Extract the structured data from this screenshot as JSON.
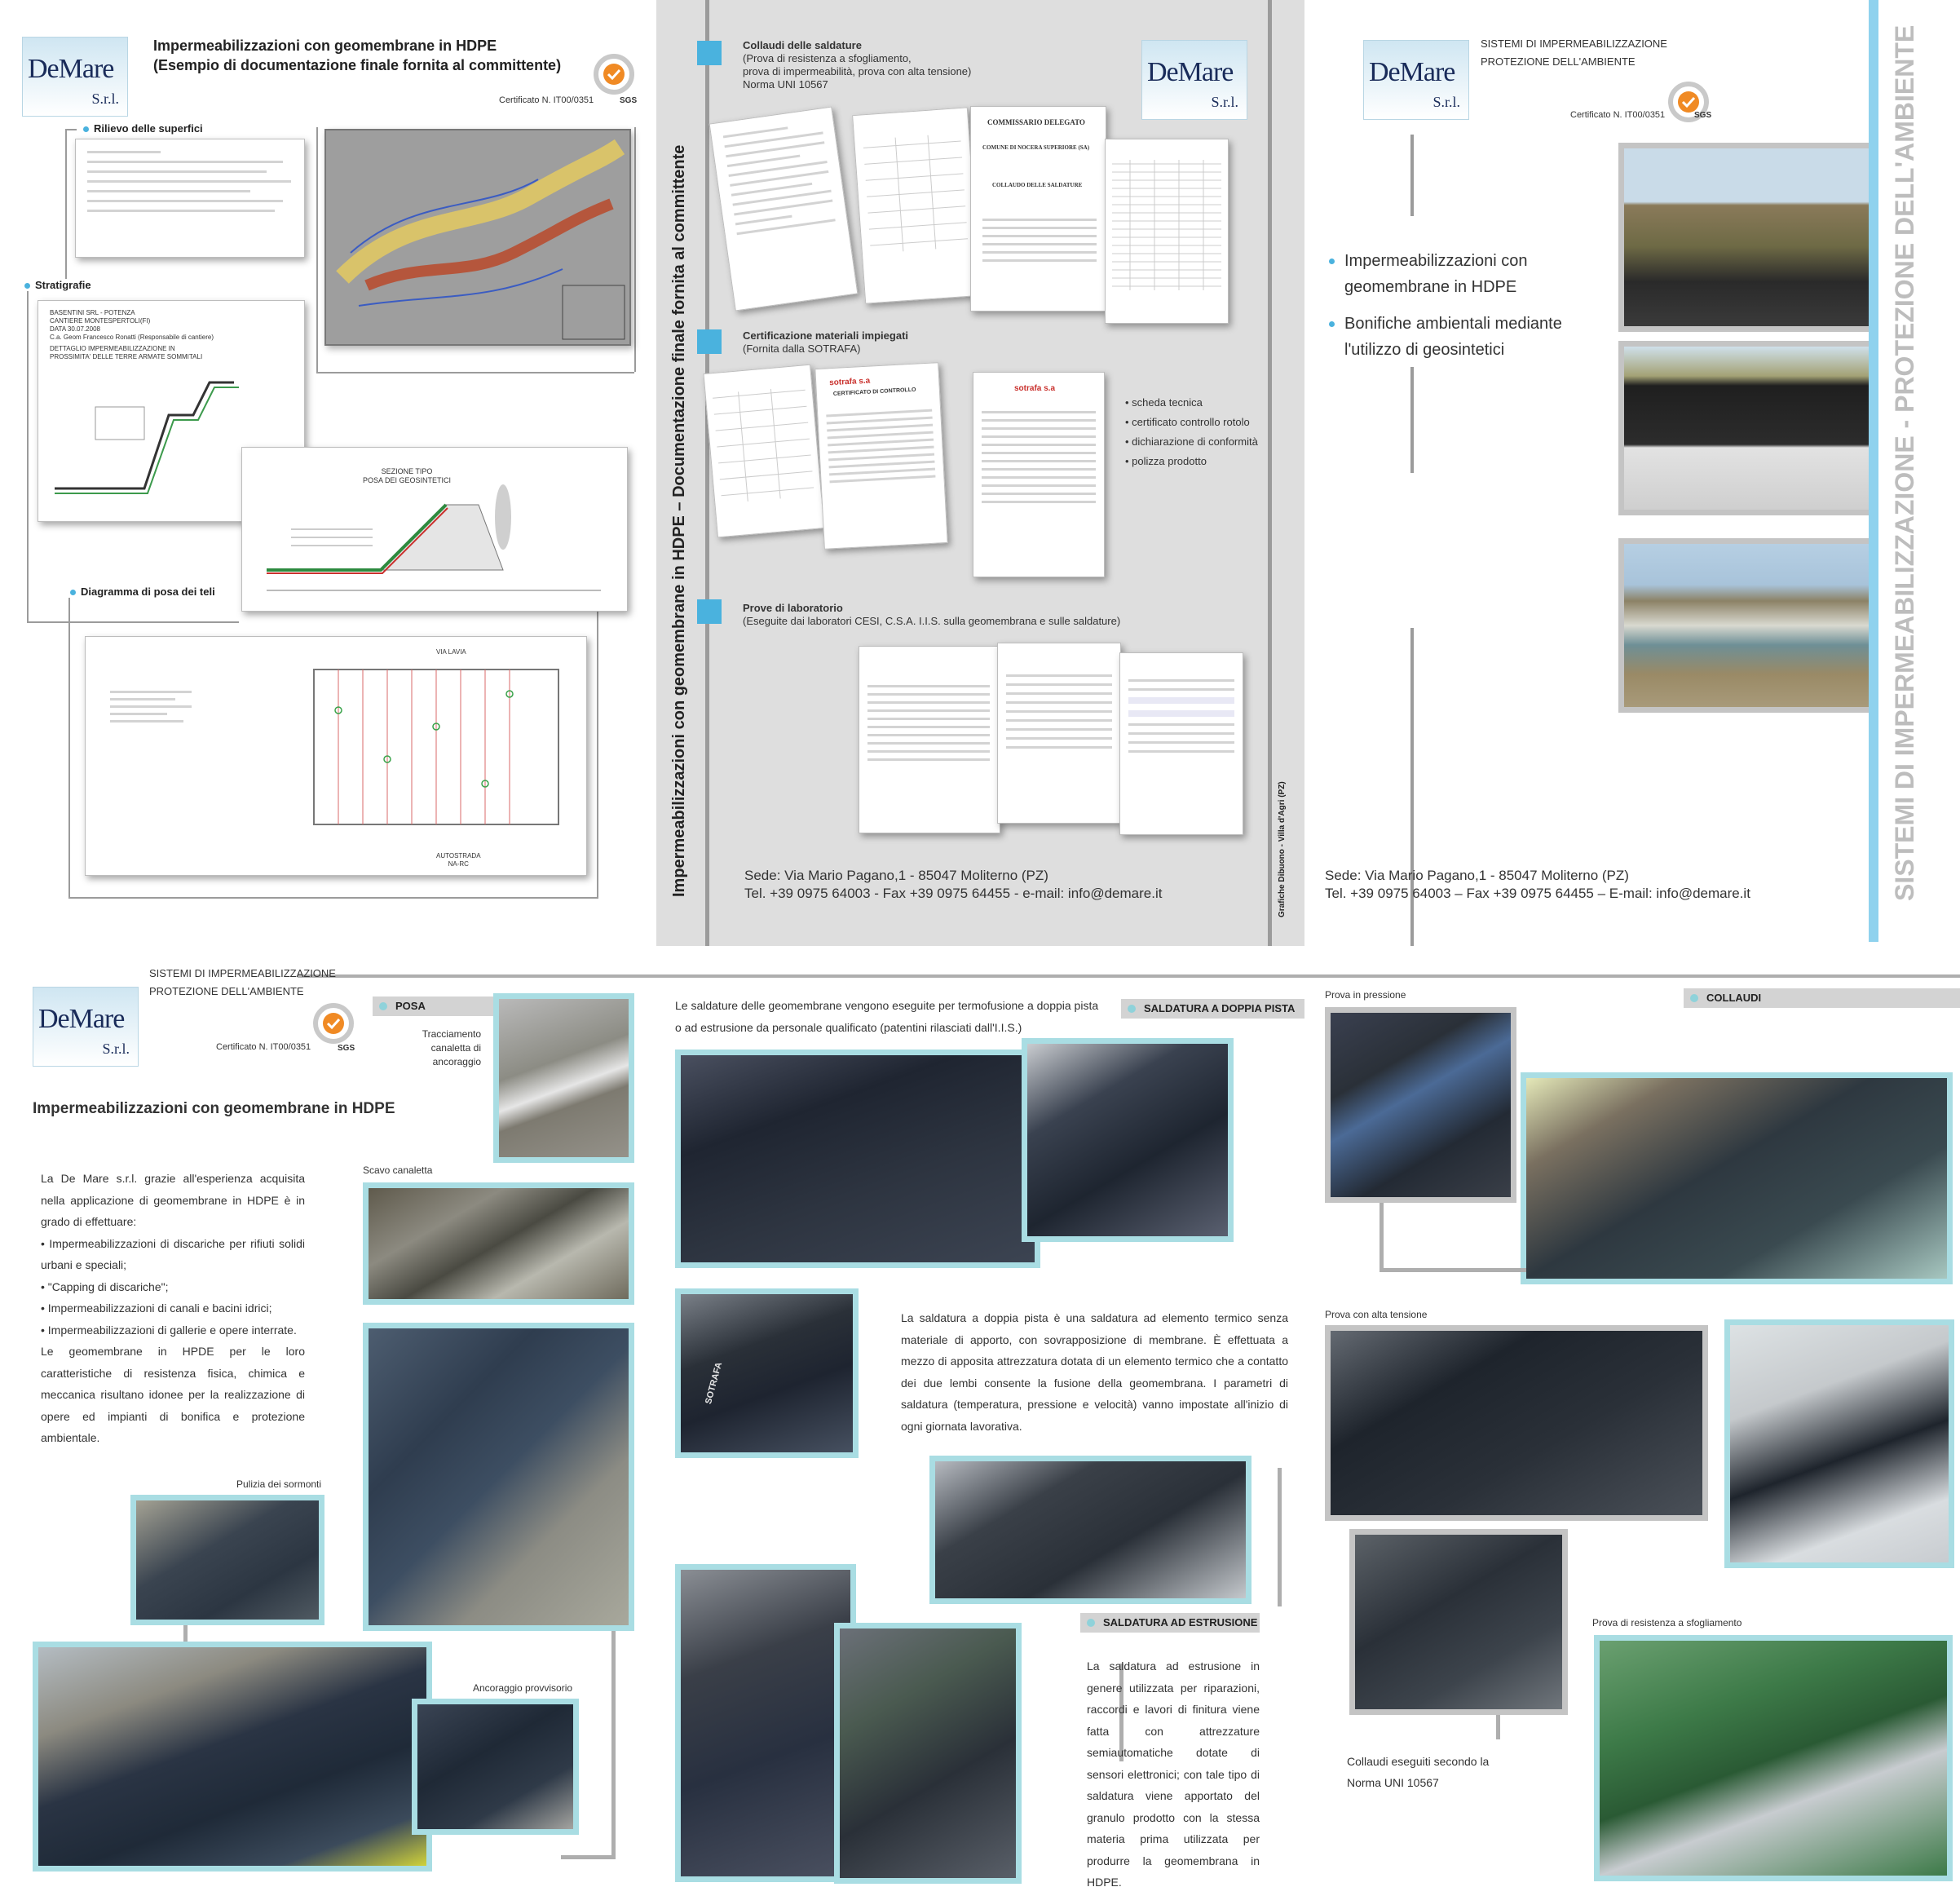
{
  "brand": {
    "name_line1": "DeMare",
    "name_line2": "S.r.l.",
    "sgs_label": "SGS",
    "certificate": "Certificato N. IT00/0351"
  },
  "header_systems": {
    "line1": "SISTEMI DI IMPERMEABILIZZAZIONE",
    "line2": "PROTEZIONE DELL'AMBIENTE"
  },
  "panel1": {
    "title_line1": "Impermeabilizzazioni con geomembrane in HDPE",
    "title_line2": "(Esempio di documentazione finale fornita al committente)",
    "sections": {
      "rilievo": "Rilievo delle superfici",
      "stratigrafie": "Stratigrafie",
      "diagramma": "Diagramma di posa dei teli"
    },
    "drawing_labels": {
      "strat_l1": "BASENTINI SRL - POTENZA",
      "strat_l2": "CANTIERE MONTESPERTOLI(FI)",
      "strat_l3": "DATA 30.07.2008",
      "strat_l4": "C.a. Geom Francesco Ronatti (Responsabile di cantiere)",
      "strat_l5": "DETTAGLIO IMPERMEABILIZZAZIONE IN",
      "strat_l6": "PROSSIMITA' DELLE TERRE ARMATE SOMMITALI",
      "sezione_l1": "SEZIONE TIPO",
      "sezione_l2": "POSA DEI GEOSINTETICI",
      "via": "VIA LAVIA",
      "autostrada_l1": "AUTOSTRADA",
      "autostrada_l2": "NA-RC"
    }
  },
  "panel2": {
    "vertical_title": "Impermeabilizzazioni con geomembrane in HDPE – Documentazione finale fornita al committente",
    "collaudi_title": "Collaudi delle saldature",
    "collaudi_l1": "(Prova di resistenza a sfogliamento,",
    "collaudi_l2": "prova di impermeabilità, prova con alta tensione)",
    "collaudi_l3": "Norma UNI 10567",
    "cert_title": "Certificazione materiali impiegati",
    "cert_sub": "(Fornita dalla SOTRAFA)",
    "cert_list": [
      "scheda tecnica",
      "certificato controllo rotolo",
      "dichiarazione di conformità",
      "polizza prodotto"
    ],
    "prove_title": "Prove di laboratorio",
    "prove_sub": "(Eseguite dai laboratori CESI, C.S.A. I.I.S. sulla geomembrana e sulle saldature)",
    "doc_labels": {
      "commissario": "COMMISSARIO DELEGATO",
      "nocera": "COMUNE DI NOCERA SUPERIORE (SA)",
      "collaudo": "COLLAUDO DELLE SALDATURE",
      "certificato_controllo": "CERTIFICATO DI CONTROLLO",
      "sotrafa": "sotrafa s.a"
    },
    "credit": "Grafiche Dibuono - Villa d'Agri (PZ)"
  },
  "footer": {
    "sede": "Sede: Via Mario Pagano,1 - 85047 Moliterno (PZ)",
    "tel_p2": "Tel. +39 0975 64003 - Fax +39 0975 64455 - e-mail: info@demare.it",
    "tel_p3": "Tel. +39 0975 64003 – Fax +39 0975 64455 – E-mail: info@demare.it"
  },
  "panel3": {
    "bullet1_l1": "Impermeabilizzazioni con",
    "bullet1_l2": "geomembrane in HDPE",
    "bullet2_l1": "Bonifiche ambientali mediante",
    "bullet2_l2": "l'utilizzo di geosintetici",
    "vertical_title": "SISTEMI DI IMPERMEABILIZZAZIONE - PROTEZIONE DELL'AMBIENTE"
  },
  "panel4": {
    "posa": "POSA",
    "title": "Impermeabilizzazioni con geomembrane in HDPE",
    "intro": "La De Mare s.r.l. grazie all'esperienza acquisita nella applicazione di geomembrane in HDPE è in grado di effettuare:",
    "items": [
      "Impermeabilizzazioni di discariche per rifiuti solidi urbani e speciali;",
      "\"Capping di discariche\";",
      "Impermeabilizzazioni di canali e bacini idrici;",
      "Impermeabilizzazioni di gallerie e opere interrate."
    ],
    "outro": "Le geomembrane in HPDE per le loro caratteristiche di resistenza fisica, chimica e meccanica risultano idonee per la realizzazione di opere ed impianti di bonifica e protezione ambientale.",
    "cap_tracciamento_l1": "Tracciamento",
    "cap_tracciamento_l2": "canaletta di",
    "cap_tracciamento_l3": "ancoraggio",
    "cap_scavo": "Scavo canaletta",
    "cap_pulizia": "Pulizia dei sormonti",
    "cap_ancoraggio": "Ancoraggio provvisorio"
  },
  "panel5": {
    "intro_l1": "Le saldature delle geomembrane vengono eseguite per termofusione a doppia pista",
    "intro_l2": "o ad estrusione da personale qualificato (patentini rilasciati dall'I.I.S.)",
    "sect_doppia": "SALDATURA A DOPPIA PISTA",
    "doppia_text": "La saldatura a doppia pista è una saldatura ad elemento termico senza materiale di apporto, con sovrapposizione di membrane. È effettuata a mezzo di apposita attrezzatura dotata di un elemento termico che a contatto dei due lembi consente la fusione della geomembrana. I parametri di saldatura (temperatura, pressione e velocità) vanno impostate all'inizio di ogni giornata lavorativa.",
    "sect_estrusione": "SALDATURA AD ESTRUSIONE",
    "estrusione_text": "La saldatura ad estrusione in genere utilizzata per riparazioni, raccordi e lavori di finitura viene fatta con attrezzature semiautomatiche dotate di sensori elettronici; con tale tipo di saldatura viene apportato del granulo prodotto con la stessa materia prima utilizzata per produrre la geomembrana in HDPE.",
    "sotrafa_print": "SOTRAFA"
  },
  "panel6": {
    "cap_pressione": "Prova in pressione",
    "sect_collaudi": "COLLAUDI",
    "cap_tensione": "Prova con alta tensione",
    "cap_sfogliamento": "Prova di resistenza a sfogliamento",
    "note_l1": "Collaudi eseguiti secondo la",
    "note_l2": "Norma UNI 10567"
  },
  "colors": {
    "accent_blue": "#4ab2de",
    "photo_border": "#a9dde3",
    "panel_grey": "#dedede",
    "line_grey": "#9b9b9b",
    "brand_navy": "#1a2c5a"
  }
}
